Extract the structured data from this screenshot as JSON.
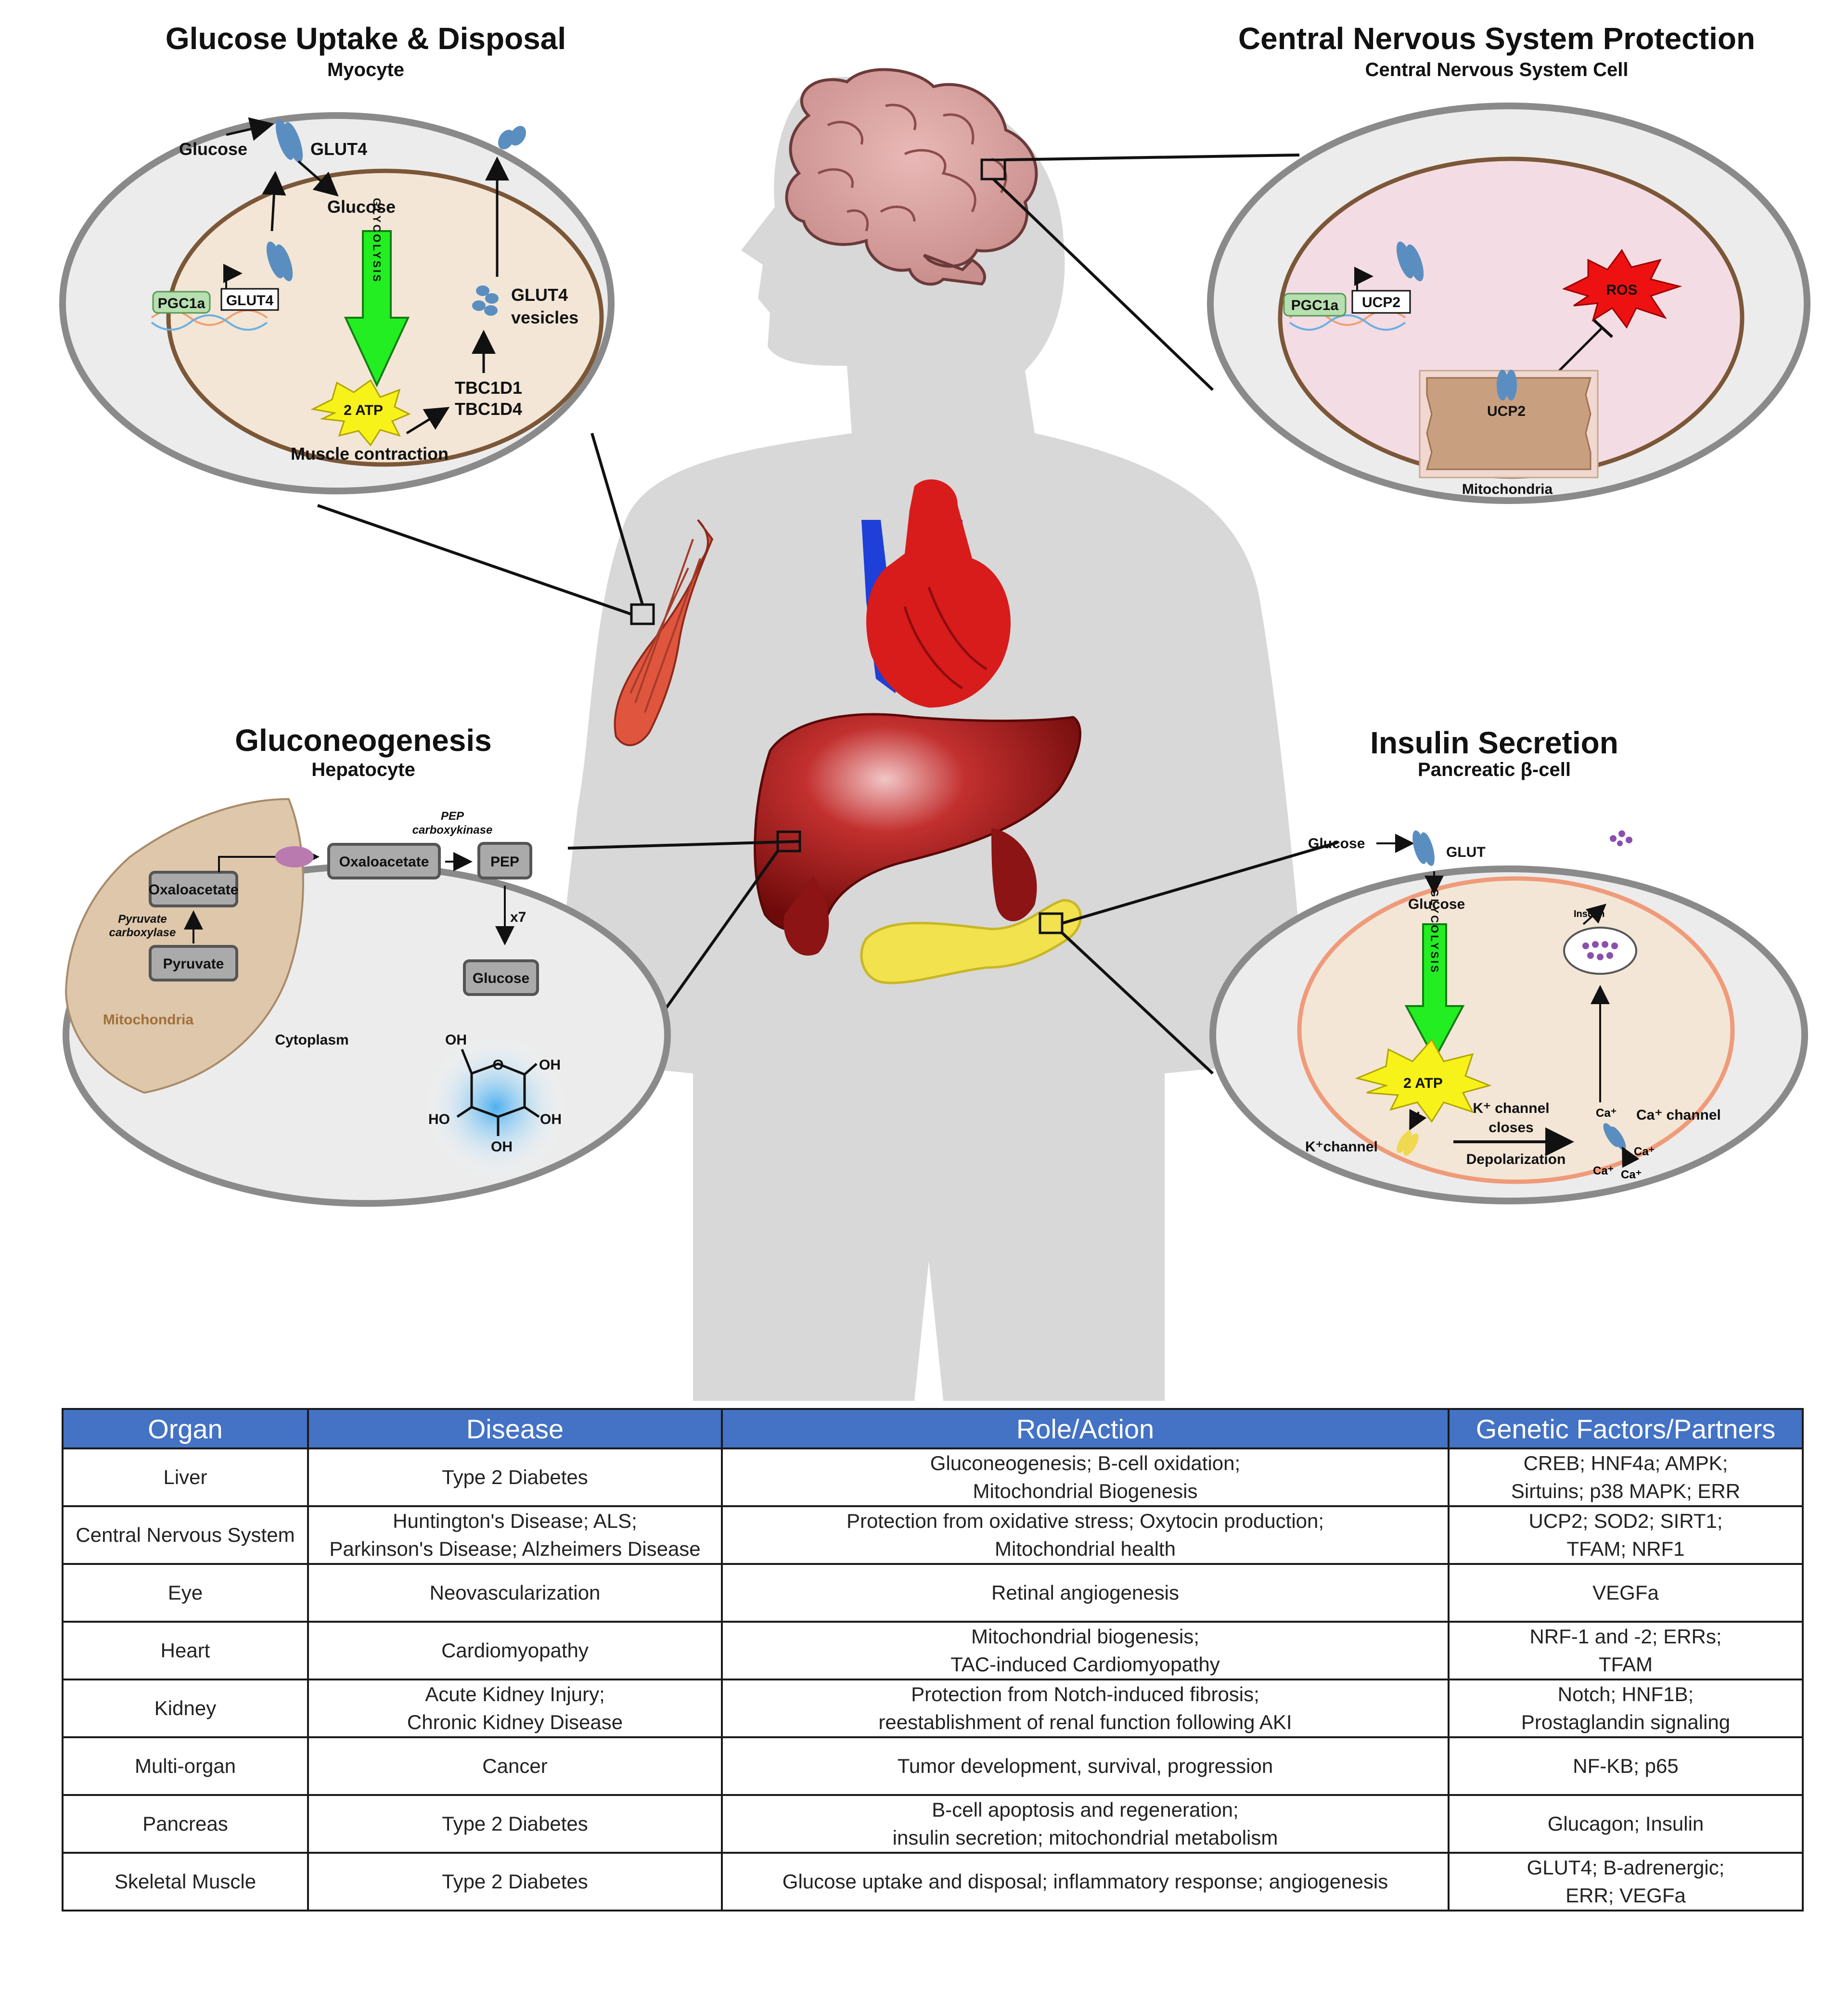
{
  "panels": {
    "myocyte": {
      "title": "Glucose Uptake & Disposal",
      "subtitle": "Myocyte",
      "labels": {
        "glucose_out": "Glucose",
        "glut4": "GLUT4",
        "glucose_in": "Glucose",
        "pgc1a": "PGC1a",
        "glut4_gene": "GLUT4",
        "glycolysis": "GLYCOLYSIS",
        "atp": "2 ATP",
        "glut4_vesicles_1": "GLUT4",
        "glut4_vesicles_2": "vesicles",
        "tbc1d1": "TBC1D1",
        "tbc1d4": "TBC1D4",
        "muscle_contraction": "Muscle contraction"
      }
    },
    "cns": {
      "title": "Central Nervous System Protection",
      "subtitle": "Central Nervous System Cell",
      "labels": {
        "pgc1a": "PGC1a",
        "ucp2_gene": "UCP2",
        "ros": "ROS",
        "ucp2": "UCP2",
        "mitochondria": "Mitochondria"
      }
    },
    "hepatocyte": {
      "title": "Gluconeogenesis",
      "subtitle": "Hepatocyte",
      "labels": {
        "pep_carboxykinase_1": "PEP",
        "pep_carboxykinase_2": "carboxykinase",
        "oxaloacetate_mito": "Oxaloacetate",
        "oxaloacetate_cyto": "Oxaloacetate",
        "pep": "PEP",
        "pyruvate_carboxylase_1": "Pyruvate",
        "pyruvate_carboxylase_2": "carboxylase",
        "pyruvate": "Pyruvate",
        "x7": "x7",
        "glucose": "Glucose",
        "mitochondria": "Mitochondria",
        "cytoplasm": "Cytoplasm",
        "oh_top": "OH",
        "oh_right1": "OH",
        "oh_right2": "OH",
        "ho_left": "HO",
        "oh_bottom": "OH",
        "ring_o": "O"
      }
    },
    "beta_cell": {
      "title": "Insulin Secretion",
      "subtitle": "Pancreatic β-cell",
      "labels": {
        "glucose_out": "Glucose",
        "glut": "GLUT",
        "glucose_in": "Glucose",
        "glycolysis": "GLYCOLYSIS",
        "atp": "2 ATP",
        "insulin": "Insulin",
        "k_channel_closes_1": "K⁺ channel",
        "k_channel_closes_2": "closes",
        "depolarization": "Depolarization",
        "k_channel": "K⁺channel",
        "ca_channel": "Ca⁺ channel",
        "ca_1": "Ca⁺",
        "ca_2": "Ca⁺",
        "ca_3": "Ca⁺",
        "ca_4": "Ca⁺"
      }
    }
  },
  "table": {
    "headers": [
      "Organ",
      "Disease",
      "Role/Action",
      "Genetic Factors/Partners"
    ],
    "rows": [
      {
        "organ": "Liver",
        "disease": [
          "Type 2 Diabetes"
        ],
        "role": [
          "Gluconeogenesis; B-cell oxidation;",
          "Mitochondrial Biogenesis"
        ],
        "factors": [
          "CREB; HNF4a; AMPK;",
          "Sirtuins; p38 MAPK; ERR"
        ]
      },
      {
        "organ": "Central Nervous System",
        "disease": [
          "Huntington's Disease; ALS;",
          "Parkinson's Disease; Alzheimers Disease"
        ],
        "role": [
          "Protection from oxidative stress; Oxytocin production;",
          "Mitochondrial health"
        ],
        "factors": [
          "UCP2; SOD2; SIRT1;",
          "TFAM; NRF1"
        ]
      },
      {
        "organ": "Eye",
        "disease": [
          "Neovascularization"
        ],
        "role": [
          "Retinal angiogenesis"
        ],
        "factors": [
          "VEGFa"
        ]
      },
      {
        "organ": "Heart",
        "disease": [
          "Cardiomyopathy"
        ],
        "role": [
          "Mitochondrial biogenesis;",
          "TAC-induced Cardiomyopathy"
        ],
        "factors": [
          "NRF-1 and -2; ERRs;",
          "TFAM"
        ]
      },
      {
        "organ": "Kidney",
        "disease": [
          "Acute Kidney Injury;",
          "Chronic Kidney Disease"
        ],
        "role": [
          "Protection from Notch-induced fibrosis;",
          "reestablishment of renal function following AKI"
        ],
        "factors": [
          "Notch; HNF1B;",
          "Prostaglandin signaling"
        ]
      },
      {
        "organ": "Multi-organ",
        "disease": [
          "Cancer"
        ],
        "role": [
          "Tumor development, survival, progression"
        ],
        "factors": [
          "NF-KB; p65"
        ]
      },
      {
        "organ": "Pancreas",
        "disease": [
          "Type 2 Diabetes"
        ],
        "role": [
          "B-cell apoptosis and regeneration;",
          "insulin secretion;  mitochondrial metabolism"
        ],
        "factors": [
          "Glucagon; Insulin"
        ]
      },
      {
        "organ": "Skeletal Muscle",
        "disease": [
          "Type 2 Diabetes"
        ],
        "role": [
          "Glucose uptake and disposal; inflammatory response; angiogenesis"
        ],
        "factors": [
          "GLUT4; B-adrenergic;",
          "ERR; VEGFa"
        ]
      }
    ]
  }
}
